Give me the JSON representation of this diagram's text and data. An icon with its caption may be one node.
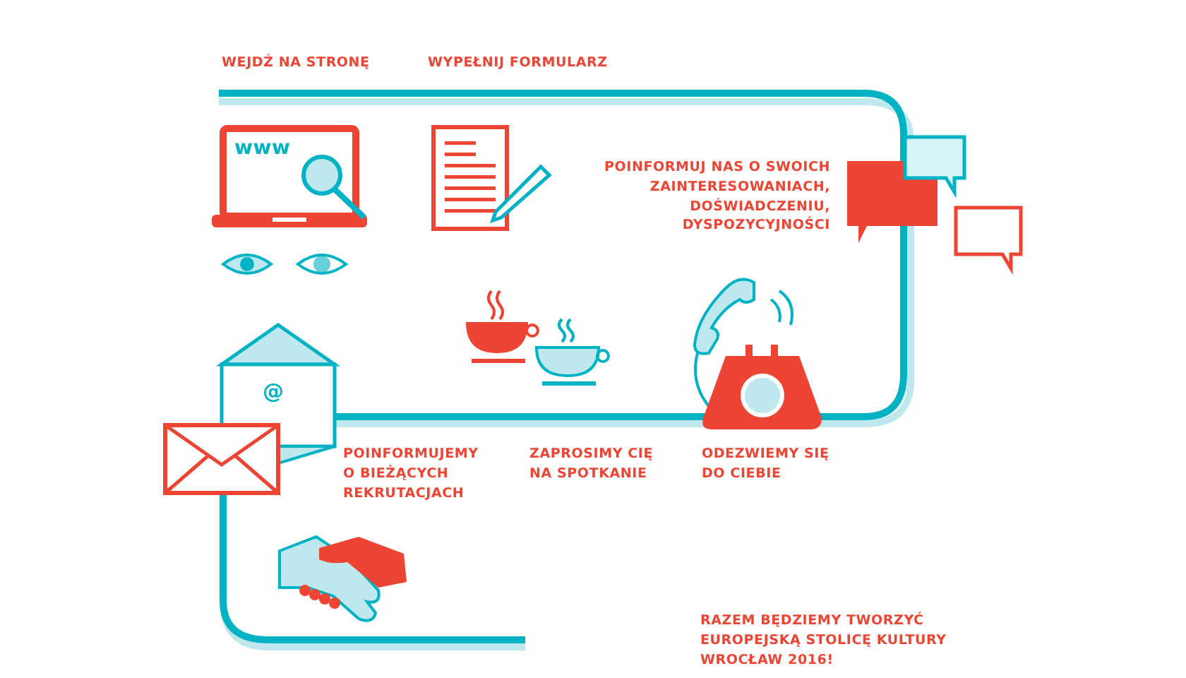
{
  "diagram": {
    "labels": [
      "WEJDŹ NA STRONĘ",
      "WYPEŁNIJ FORMULARZ",
      "www",
      "POINFORMUJ NAS O SWOICH ZAINTERESOWANIACH, DOŚWIADCZENIU, DYSPOZYCYJNOŚCI",
      "@",
      "POINFORMUJEMY O BIEŻĄCYCH REKRUTACJACH",
      "ZAPROSIMY CIĘ NA SPOTKANIE",
      "ODEZWIEMY SIĘ DO CIEBIE",
      "RAZEM BĘDZIEMY TWORZYĆ EUROPEJSKĄ STOLICĘ KULTURY WROCŁAW 2016!"
    ]
  }
}
